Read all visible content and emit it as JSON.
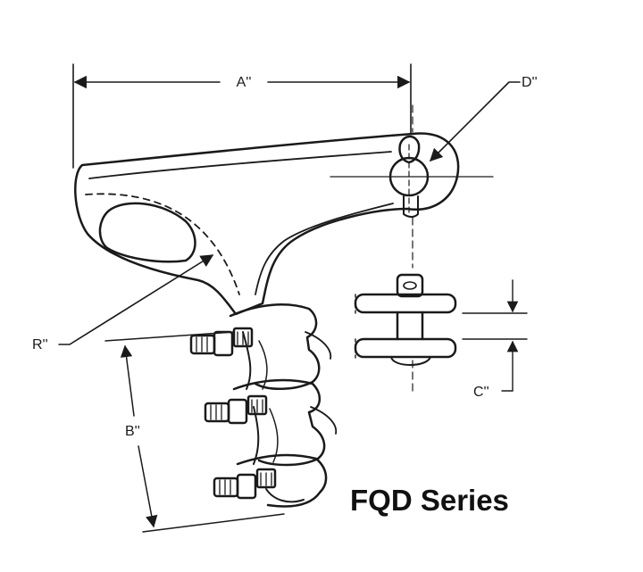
{
  "dimensions": {
    "a_label": "A''",
    "b_label": "B''",
    "c_label": "C''",
    "d_label": "D''",
    "r_label": "R''"
  },
  "series_label": "FQD Series"
}
